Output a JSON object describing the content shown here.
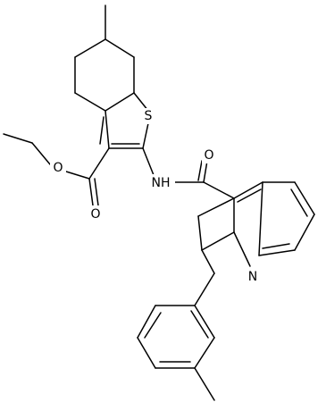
{
  "atoms": {
    "sulfur": "S",
    "nh": "NH",
    "amide_o": "O",
    "ester_o_single": "O",
    "ester_o_double": "O",
    "quinoline_n": "N"
  },
  "colors": {
    "bond": "#000000",
    "label": "#000000",
    "background": "#ffffff"
  }
}
